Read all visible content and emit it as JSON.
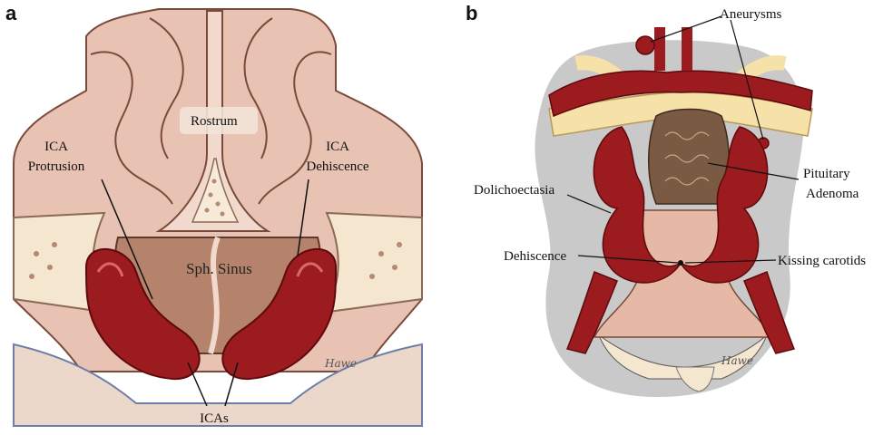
{
  "panel_a": {
    "letter": "a",
    "labels": {
      "rostrum": "Rostrum",
      "ica_protrusion_1": "ICA",
      "ica_protrusion_2": "Protrusion",
      "ica_dehiscence_1": "ICA",
      "ica_dehiscence_2": "Dehiscence",
      "sph_sinus": "Sph. Sinus",
      "icas": "ICAs"
    },
    "signature": "Hawe"
  },
  "panel_b": {
    "letter": "b",
    "labels": {
      "aneurysms": "Aneurysms",
      "pituitary_1": "Pituitary",
      "pituitary_2": "Adenoma",
      "dolichoectasia": "Dolichoectasia",
      "dehiscence": "Dehiscence",
      "kissing_carotids": "Kissing carotids"
    },
    "signature": "Hawe"
  },
  "colors": {
    "artery": "#9b1b1f",
    "artery_dark": "#6e0f12",
    "bone": "#f4e6cf",
    "mucosa": "#e6b9a6",
    "sinus": "#b5836b",
    "nerve": "#f6e2a8",
    "tumor": "#7a5a43",
    "halo": "#c9c9c9"
  }
}
